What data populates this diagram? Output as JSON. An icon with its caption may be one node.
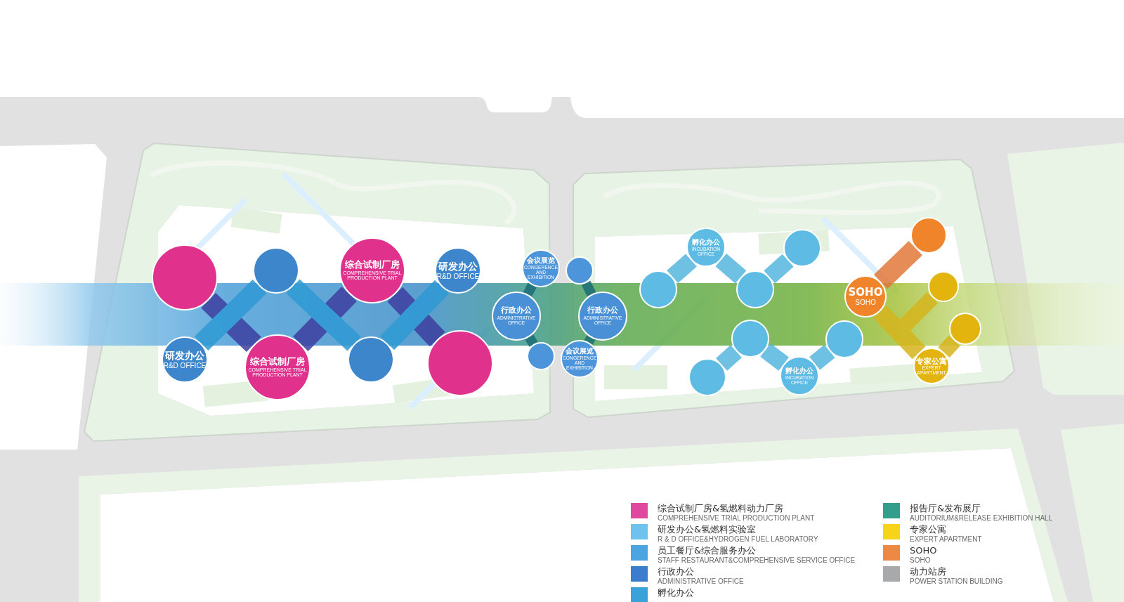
{
  "diagram": {
    "nodes": [
      {
        "text": [],
        "shape": "circle"
      },
      {
        "text": [],
        "shape": "circle"
      },
      {
        "text": [
          "综合试制厂房",
          "COMPREHENSIVE TRIAL PRODUCTION PLANT"
        ]
      },
      {
        "text": [
          "研发办公",
          "R&D OFFICE"
        ]
      },
      {
        "text": [
          "会议展览",
          "CONGERENCE AND EXHIBITION"
        ]
      },
      {
        "text": [],
        "shape": "circle"
      },
      {
        "text": [
          "行政办公",
          "ADMINISTRATIVE OFFICE"
        ]
      },
      {
        "text": [
          "行政办公",
          "ADMINISTRATIVE OFFICE"
        ]
      },
      {
        "text": [],
        "shape": "circle"
      },
      {
        "text": [
          "会议展览",
          "CONGERENCE AND EXHIBITION"
        ]
      },
      {
        "text": [
          "研发办公",
          "R&D OFFICE"
        ]
      },
      {
        "text": [
          "综合试制厂房",
          "COMPREHENSIVE TRIAL PRODUCTION PLANT"
        ]
      },
      {
        "text": [],
        "shape": "circle"
      },
      {
        "text": [],
        "shape": "circle"
      },
      {
        "text": [
          "孵化办公",
          "INCUBATION OFFICE"
        ]
      },
      {
        "text": [],
        "shape": "circle"
      },
      {
        "text": [],
        "shape": "circle"
      },
      {
        "text": [],
        "shape": "circle"
      },
      {
        "text": [],
        "shape": "circle"
      },
      {
        "text": [],
        "shape": "circle"
      },
      {
        "text": [],
        "shape": "circle"
      },
      {
        "text": [
          "孵化办公",
          "INCUBATION OFFICE"
        ]
      },
      {
        "text": [],
        "shape": "circle"
      },
      {
        "text": [
          "SOHO",
          "SOHO"
        ]
      },
      {
        "text": [],
        "shape": "circle"
      },
      {
        "text": [],
        "shape": "circle"
      },
      {
        "text": [
          "专家公寓",
          "EXPERT APARTMENT"
        ]
      }
    ],
    "edges": [
      {
        "from": 0,
        "to": 11,
        "arrow": "none",
        "color": "#3d3f9f"
      },
      {
        "from": 11,
        "to": 2,
        "arrow": "none",
        "color": "#3d3f9f"
      },
      {
        "from": 2,
        "to": 13,
        "arrow": "none",
        "color": "#3d3f9f"
      },
      {
        "from": 10,
        "to": 1,
        "arrow": "none",
        "color": "#2f9ad4"
      },
      {
        "from": 1,
        "to": 12,
        "arrow": "none",
        "color": "#2f9ad4"
      },
      {
        "from": 12,
        "to": 3,
        "arrow": "none",
        "color": "#2f9ad4"
      },
      {
        "from": 6,
        "to": 4,
        "arrow": "none",
        "color": "#1c6e78"
      },
      {
        "from": 6,
        "to": 8,
        "arrow": "none",
        "color": "#1c6e78"
      },
      {
        "from": 7,
        "to": 5,
        "arrow": "none",
        "color": "#1c6e78"
      },
      {
        "from": 7,
        "to": 9,
        "arrow": "none",
        "color": "#1c6e78"
      },
      {
        "from": 16,
        "to": 14,
        "arrow": "none"
      },
      {
        "from": 14,
        "to": 17,
        "arrow": "none"
      },
      {
        "from": 17,
        "to": 15,
        "arrow": "none"
      },
      {
        "from": 20,
        "to": 18,
        "arrow": "none"
      },
      {
        "from": 18,
        "to": 21,
        "arrow": "none"
      },
      {
        "from": 21,
        "to": 19,
        "arrow": "none"
      },
      {
        "from": 23,
        "to": 22,
        "arrow": "none",
        "color": "#e2793a"
      },
      {
        "from": 23,
        "to": 26,
        "arrow": "none",
        "color": "#d6b51d"
      },
      {
        "from": 24,
        "to": 26,
        "arrow": "none",
        "color": "#d6b51d"
      },
      {
        "from": 25,
        "to": 26,
        "arrow": "none",
        "color": "#d6b51d"
      }
    ],
    "legend": [
      {
        "text": "**综合试制厂房&氢燃料动力厂房** COMPREHENSIVE TRIAL PRODUCTION PLANT",
        "color": "#e0479e"
      },
      {
        "text": "**研发办公&氢燃料实验室** R & D OFFICE&HYDROGEN FUEL LABORATORY",
        "color": "#6dc3ee"
      },
      {
        "text": "**员工餐厅&综合服务办公** STAFF RESTAURANT&COMPREHENSIVE SERVICE OFFICE",
        "color": "#4ca4e0"
      },
      {
        "text": "**行政办公** ADMINISTRATIVE OFFICE",
        "color": "#3a7dcc"
      },
      {
        "text": "孵化办公",
        "color": "#3aa2d8"
      },
      {
        "text": "**报告厅&发布展厅** AUDITORIUM&RELEASE EXHIBITION HALL",
        "color": "#339e8c"
      },
      {
        "text": "**专家公寓** EXPERT APARTMENT",
        "color": "#f7d31a"
      },
      {
        "text": "**SOHO** SOHO",
        "color": "#ec8a45"
      },
      {
        "text": "**动力站房** POWER STATION BUILDING",
        "color": "#a7a9ab"
      }
    ]
  }
}
